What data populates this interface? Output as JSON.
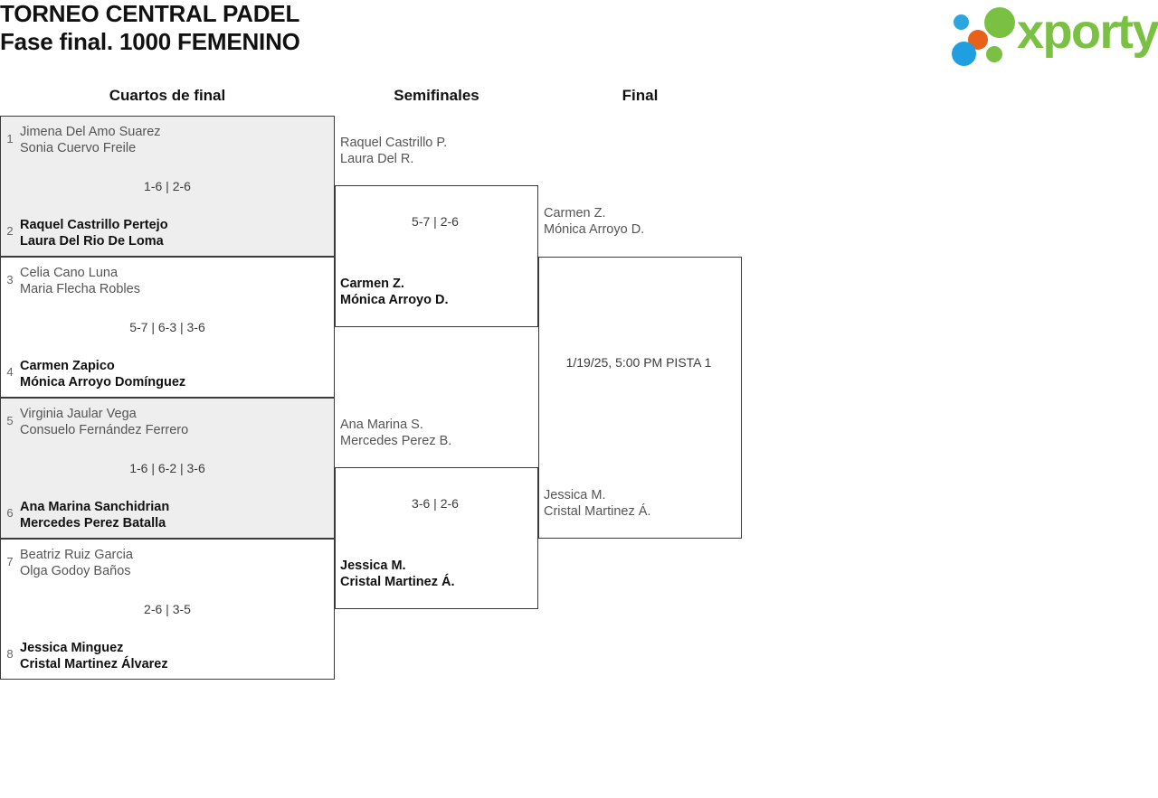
{
  "header": {
    "title_line1": "TORNEO CENTRAL PADEL",
    "title_line2": "Fase final. 1000 FEMENINO",
    "logo_text": "xporty"
  },
  "rounds": [
    {
      "key": "quarterfinals",
      "label": "Cuartos de final"
    },
    {
      "key": "semifinals",
      "label": "Semifinales"
    },
    {
      "key": "final",
      "label": "Final"
    }
  ],
  "quarterfinals": [
    {
      "score": "1-6 | 2-6",
      "top": {
        "seed": "1",
        "p1": "Jimena Del Amo Suarez",
        "p2": "Sonia Cuervo Freile",
        "state": "loser"
      },
      "bottom": {
        "seed": "2",
        "p1": "Raquel Castrillo Pertejo",
        "p2": "Laura Del Rio De Loma",
        "state": "winner"
      }
    },
    {
      "score": "5-7 | 6-3 | 3-6",
      "top": {
        "seed": "3",
        "p1": "Celia Cano Luna",
        "p2": "Maria Flecha Robles",
        "state": "loser"
      },
      "bottom": {
        "seed": "4",
        "p1": "Carmen Zapico",
        "p2": "Mónica Arroyo Domínguez",
        "state": "winner"
      }
    },
    {
      "score": "1-6 | 6-2 | 3-6",
      "top": {
        "seed": "5",
        "p1": "Virginia Jaular Vega",
        "p2": "Consuelo Fernández Ferrero",
        "state": "loser"
      },
      "bottom": {
        "seed": "6",
        "p1": "Ana Marina Sanchidrian",
        "p2": "Mercedes Perez Batalla",
        "state": "winner"
      }
    },
    {
      "score": "2-6 | 3-5",
      "top": {
        "seed": "7",
        "p1": "Beatriz Ruiz Garcia",
        "p2": "Olga Godoy Baños",
        "state": "loser"
      },
      "bottom": {
        "seed": "8",
        "p1": "Jessica Minguez",
        "p2": "Cristal Martinez Álvarez",
        "state": "winner"
      }
    }
  ],
  "semifinals": [
    {
      "score": "5-7 | 2-6",
      "top": {
        "p1": "Raquel Castrillo P.",
        "p2": "Laura Del R.",
        "state": "loser"
      },
      "bottom": {
        "p1": "Carmen Z.",
        "p2": "Mónica Arroyo D.",
        "state": "winner"
      }
    },
    {
      "score": "3-6 | 2-6",
      "top": {
        "p1": "Ana Marina S.",
        "p2": "Mercedes Perez B.",
        "state": "loser"
      },
      "bottom": {
        "p1": "Jessica M.",
        "p2": "Cristal Martinez Á.",
        "state": "winner"
      }
    }
  ],
  "final": {
    "schedule": "1/19/25, 5:00 PM PISTA 1",
    "top": {
      "p1": "Carmen Z.",
      "p2": "Mónica Arroyo D.",
      "state": "pending"
    },
    "bottom": {
      "p1": "Jessica M.",
      "p2": "Cristal Martinez Á.",
      "state": "pending"
    }
  },
  "colors": {
    "shaded_row": "#eeeeee",
    "border": "#3a3a3a",
    "winner_text": "#111111",
    "loser_text": "#555555",
    "logo_green": "#7ac143",
    "logo_blue": "#1f9fe0",
    "logo_orange": "#e8611a"
  }
}
